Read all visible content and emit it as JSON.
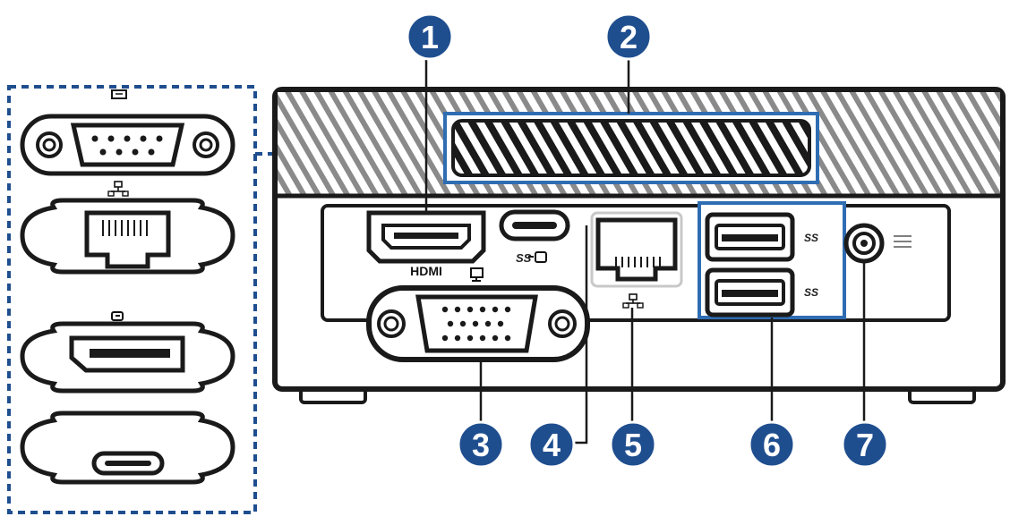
{
  "labels": {
    "hdmi": "HDMI",
    "usb_c": "SS",
    "usb_a_1": "SS",
    "usb_a_2": "SS"
  },
  "callouts": [
    "1",
    "2",
    "3",
    "4",
    "5",
    "6",
    "7"
  ],
  "colors": {
    "callout_fill": "#1f4e8f",
    "callout_stroke": "#ffffff",
    "highlight": "#2f6db3",
    "outline": "#1a1a1a"
  },
  "icons": {
    "serial": "serial-port-icon",
    "lan": "network-icon",
    "displayport": "displayport-icon",
    "thunderbolt": "thunderbolt-icon",
    "vga": "monitor-icon"
  }
}
